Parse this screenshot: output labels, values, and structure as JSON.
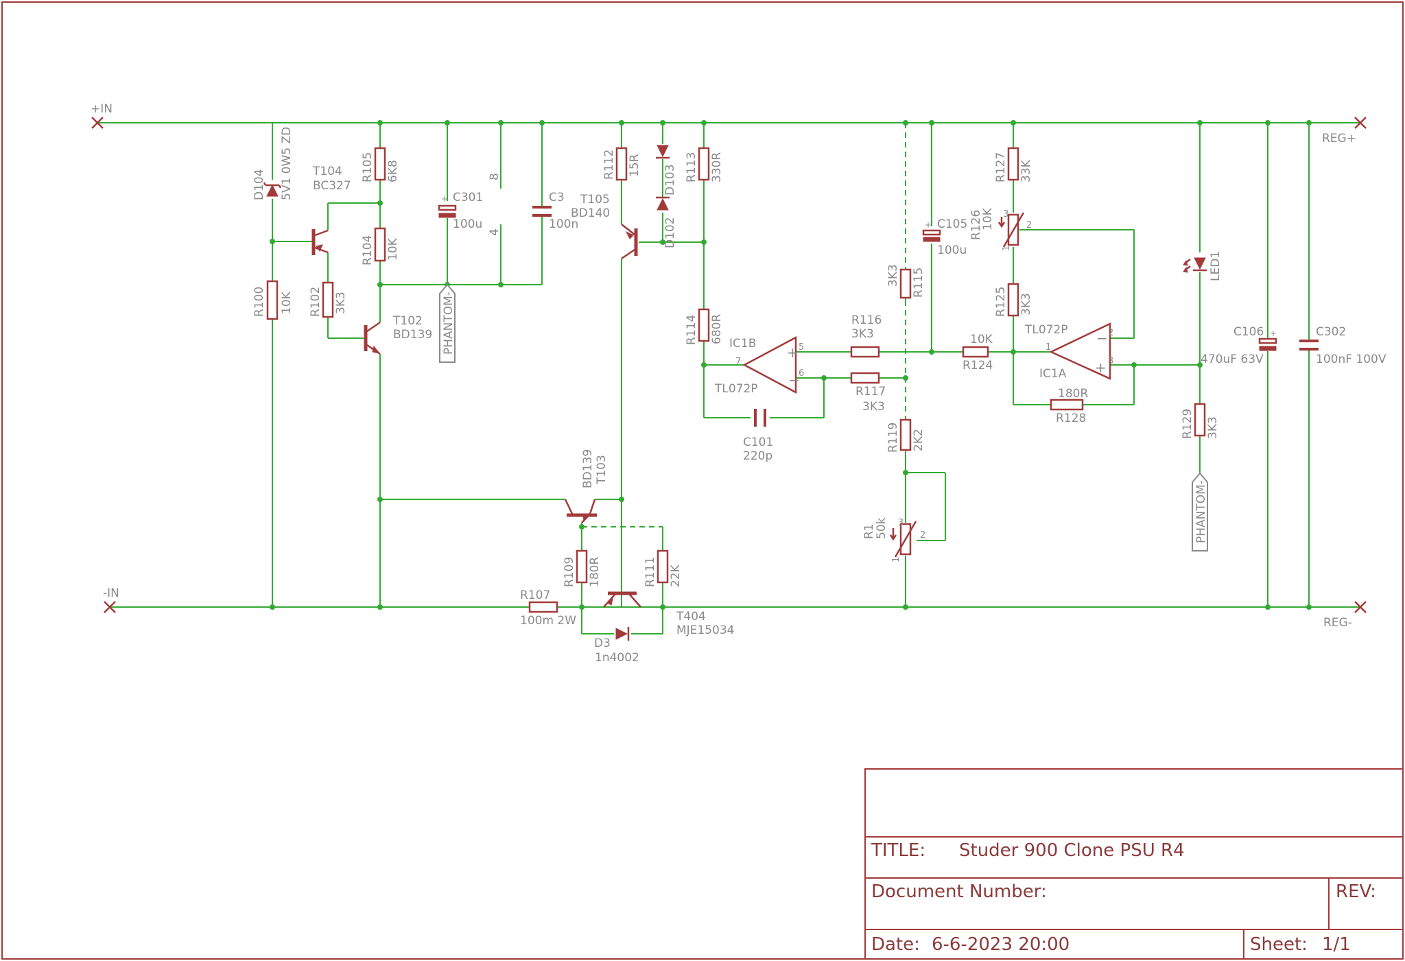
{
  "title_block": {
    "title_label": "TITLE:",
    "title": "Studer 900 Clone PSU R4",
    "document_number_label": "Document Number:",
    "rev_label": "REV:",
    "date_label": "Date:",
    "date": "6-6-2023 20:00",
    "sheet_label": "Sheet:",
    "sheet": "1/1"
  },
  "ports": {
    "in_plus": "+IN",
    "in_minus": "-IN",
    "reg_plus": "REG+",
    "reg_minus": "REG-",
    "phantom_1": "PHANTOM-",
    "phantom_2": "PHANTOM-"
  },
  "parts": {
    "D104": {
      "ref": "D104",
      "value": "5V1 0W5 ZD"
    },
    "T104": {
      "ref": "T104",
      "value": "BC327"
    },
    "R105": {
      "ref": "R105",
      "value": "6K8"
    },
    "R104": {
      "ref": "R104",
      "value": "10K"
    },
    "R100": {
      "ref": "R100",
      "value": "10K"
    },
    "R102": {
      "ref": "R102",
      "value": "3K3"
    },
    "T102": {
      "ref": "T102",
      "value": "BD139"
    },
    "C301": {
      "ref": "C301",
      "value": "100u"
    },
    "C3": {
      "ref": "C3",
      "value": "100n"
    },
    "pin8": "8",
    "pin4": "4",
    "T105": {
      "ref": "T105",
      "value": "BD140"
    },
    "R112": {
      "ref": "R112",
      "value": "15R"
    },
    "D103": {
      "ref": "D103"
    },
    "D102": {
      "ref": "D102"
    },
    "R113": {
      "ref": "R113",
      "value": "330R"
    },
    "R114": {
      "ref": "R114",
      "value": "680R"
    },
    "IC1B": {
      "ref": "IC1B",
      "value": "TL072P",
      "pin_out": "7",
      "pin_plus": "5",
      "pin_minus": "6"
    },
    "C101": {
      "ref": "C101",
      "value": "220p"
    },
    "R116": {
      "ref": "R116",
      "value": "3K3"
    },
    "R117": {
      "ref": "R117",
      "value": "3K3"
    },
    "R115": {
      "ref": "R115",
      "value": "3K3"
    },
    "C105": {
      "ref": "C105",
      "value": "100u"
    },
    "R119": {
      "ref": "R119",
      "value": "2K2"
    },
    "R1": {
      "ref": "R1",
      "value": "50k",
      "pin1": "1",
      "pin2": "2",
      "pin3": "3"
    },
    "R127": {
      "ref": "R127",
      "value": "33K"
    },
    "R126": {
      "ref": "R126",
      "value": "10K",
      "pin1": "1",
      "pin2": "2",
      "pin3": "3"
    },
    "R125": {
      "ref": "R125",
      "value": "3K3"
    },
    "R124": {
      "ref": "R124",
      "value": "10K"
    },
    "IC1A": {
      "ref": "IC1A",
      "value": "TL072P",
      "pin_out": "1",
      "pin_minus": "2",
      "pin_plus": "3"
    },
    "R128": {
      "ref": "R128",
      "value": "180R"
    },
    "LED1": {
      "ref": "LED1"
    },
    "R129": {
      "ref": "R129",
      "value": "3K3"
    },
    "C106": {
      "ref": "C106",
      "value": "470uF 63V"
    },
    "C302": {
      "ref": "C302",
      "value": "100nF 100V"
    },
    "T103": {
      "ref": "T103",
      "value": "BD139"
    },
    "R109": {
      "ref": "R109",
      "value": "180R"
    },
    "R111": {
      "ref": "R111",
      "value": "22K"
    },
    "R107": {
      "ref": "R107",
      "value": "100m 2W"
    },
    "T404": {
      "ref": "T404",
      "value": "MJE15034"
    },
    "D3": {
      "ref": "D3",
      "value": "1n4002"
    }
  }
}
